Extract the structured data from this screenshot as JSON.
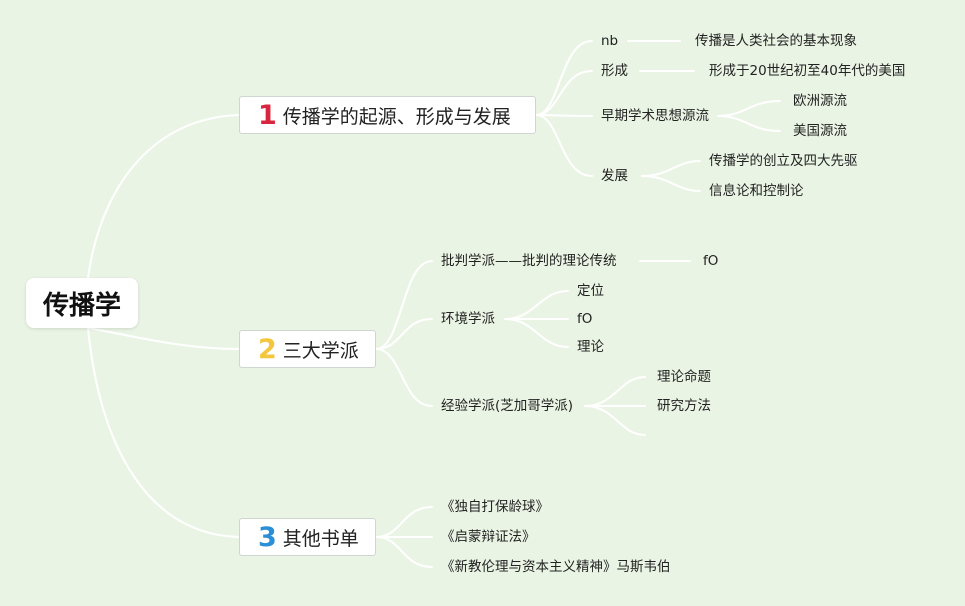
{
  "root": {
    "label": "传播学"
  },
  "branches": [
    {
      "number": "1",
      "label": "传播学的起源、形成与发展",
      "children": [
        {
          "label": "nb",
          "children": [
            {
              "label": "传播是人类社会的基本现象"
            }
          ]
        },
        {
          "label": "形成",
          "children": [
            {
              "label": "形成于20世纪初至40年代的美国"
            }
          ]
        },
        {
          "label": "早期学术思想源流",
          "children": [
            {
              "label": "欧洲源流"
            },
            {
              "label": "美国源流"
            }
          ]
        },
        {
          "label": "发展",
          "children": [
            {
              "label": "传播学的创立及四大先驱"
            },
            {
              "label": "信息论和控制论"
            }
          ]
        }
      ]
    },
    {
      "number": "2",
      "label": "三大学派",
      "children": [
        {
          "label": "批判学派——批判的理论传统",
          "children": [
            {
              "label": "fO"
            }
          ]
        },
        {
          "label": "环境学派",
          "children": [
            {
              "label": "定位"
            },
            {
              "label": "fO"
            },
            {
              "label": "理论"
            }
          ]
        },
        {
          "label": "经验学派(芝加哥学派)",
          "children": [
            {
              "label": "理论命题"
            },
            {
              "label": "研究方法"
            },
            {
              "label": ""
            }
          ]
        }
      ]
    },
    {
      "number": "3",
      "label": "其他书单",
      "children": [
        {
          "label": "《独自打保龄球》"
        },
        {
          "label": "《启蒙辩证法》"
        },
        {
          "label": "《新教伦理与资本主义精神》马斯韦伯"
        }
      ]
    }
  ],
  "colors": {
    "background": "#eaf4e4",
    "connector": "#ffffff",
    "branch1_number": "#d7263d",
    "branch2_number": "#f4c63d",
    "branch3_number": "#2a8fd6"
  }
}
